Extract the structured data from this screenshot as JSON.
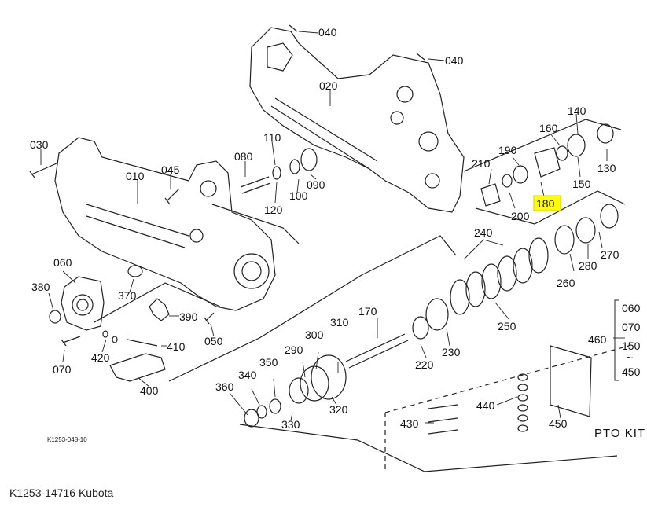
{
  "diagram": {
    "drawing_code": "K1253-048-10",
    "highlight_color": "#ffff00",
    "highlighted_part": "180",
    "part_numbers": [
      "040",
      "040",
      "020",
      "030",
      "010",
      "045",
      "080",
      "110",
      "090",
      "100",
      "120",
      "140",
      "160",
      "190",
      "210",
      "130",
      "150",
      "200",
      "180",
      "060",
      "380",
      "370",
      "390",
      "050",
      "070",
      "420",
      "410",
      "400",
      "240",
      "270",
      "260",
      "280",
      "250",
      "170",
      "460",
      "060 ~ 070 ~ 150 ~ 450",
      "310",
      "300",
      "290",
      "350",
      "340",
      "360",
      "320",
      "330",
      "230",
      "220",
      "440",
      "430",
      "450"
    ],
    "pto_kit_label": "PTO KIT",
    "range_labels": [
      "060",
      "070",
      "150",
      "~",
      "450"
    ]
  },
  "caption": "K1253-14716 Kubota"
}
